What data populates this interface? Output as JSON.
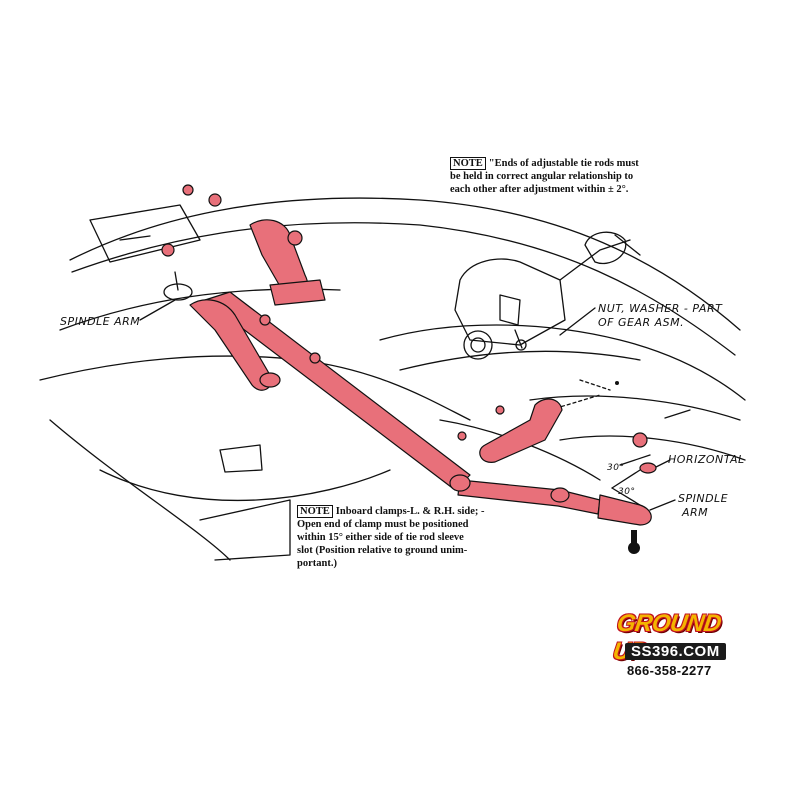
{
  "labels": {
    "spindle_arm_left": "SPINDLE ARM",
    "nut_washer_line1": "NUT, WASHER - PART",
    "nut_washer_line2": "OF GEAR ASM.",
    "horizontal": "HORIZONTAL",
    "spindle_arm_right_line1": "SPINDLE",
    "spindle_arm_right_line2": "ARM",
    "angle_top": "30°",
    "angle_bottom": "30°"
  },
  "notes": {
    "top": {
      "tag": "NOTE",
      "lines": [
        "\"Ends of adjustable tie rods must",
        "be held in correct angular relationship to",
        "each other after adjustment within ± 2°."
      ]
    },
    "bottom": {
      "tag": "NOTE",
      "lines": [
        "Inboard clamps-L. & R.H. side; -",
        "Open end of clamp must be positioned",
        "within 15° either side of tie rod sleeve",
        "slot (Position relative to ground unim-",
        "portant.)"
      ]
    }
  },
  "logo": {
    "title": "GROUND UP",
    "site": "SS396.COM",
    "phone": "866-358-2277"
  },
  "colors": {
    "highlight": "#e8707a",
    "outline": "#111111",
    "logo_gold": "#f4b400",
    "logo_red": "#c1121f"
  }
}
